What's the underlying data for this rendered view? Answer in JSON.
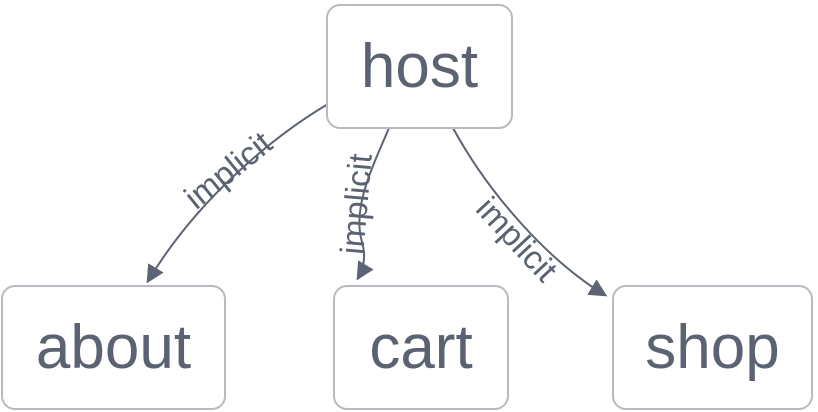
{
  "diagram": {
    "type": "flowchart",
    "direction": "top-down",
    "nodes": [
      {
        "id": "host",
        "label": "host"
      },
      {
        "id": "about",
        "label": "about"
      },
      {
        "id": "cart",
        "label": "cart"
      },
      {
        "id": "shop",
        "label": "shop"
      }
    ],
    "edges": [
      {
        "from": "host",
        "to": "about",
        "label": "implicit",
        "arrow": "arrowhead-icon"
      },
      {
        "from": "host",
        "to": "cart",
        "label": "implicit",
        "arrow": "arrowhead-icon"
      },
      {
        "from": "host",
        "to": "shop",
        "label": "implicit",
        "arrow": "arrowhead-icon"
      }
    ],
    "colors": {
      "edge": "#5c6473",
      "text": "#5b6372",
      "node_border": "#b7bac0",
      "node_fill": "#ffffff",
      "background": "#ffffff"
    }
  }
}
